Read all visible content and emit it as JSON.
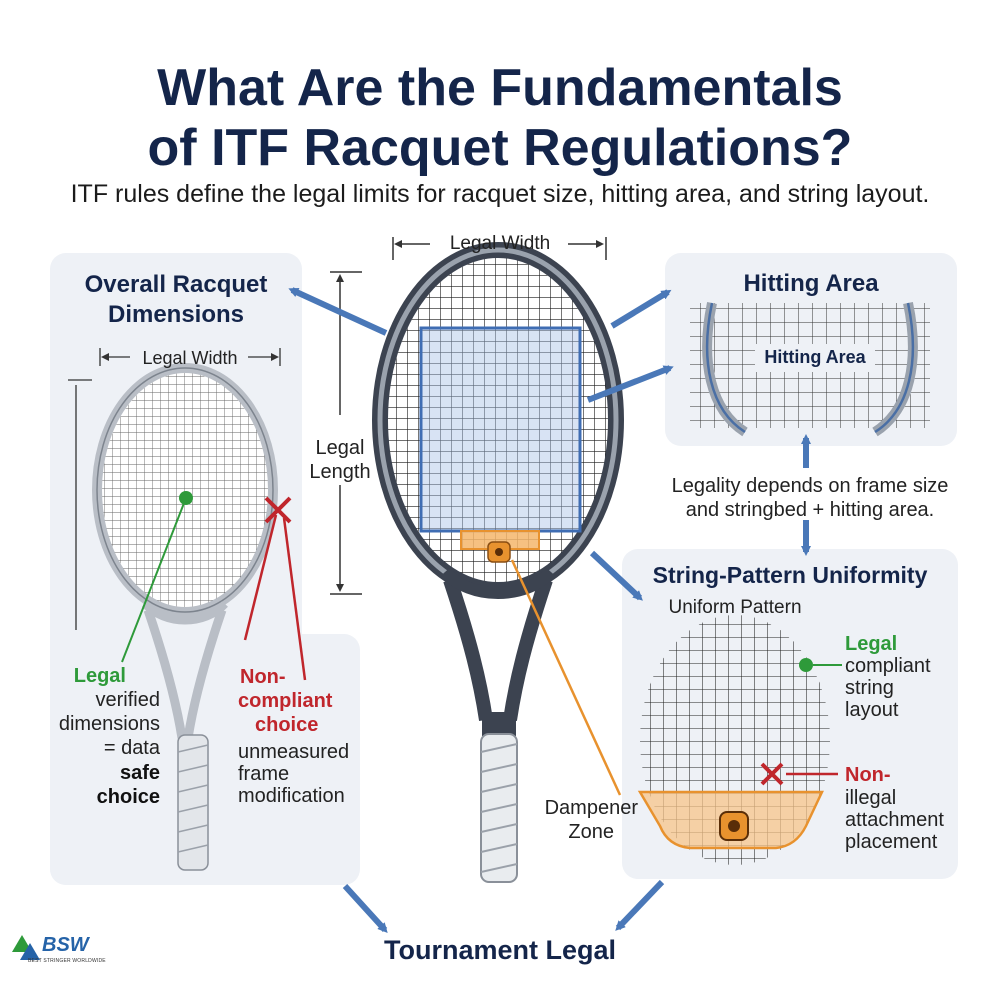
{
  "title_line1": "What Are the Fundamentals",
  "title_line2": "of ITF Racquet Regulations?",
  "subtitle": "ITF rules define the legal limits for racquet size, hitting area, and string layout.",
  "center": {
    "legal_width": "Legal Width",
    "legal_length_line1": "Legal",
    "legal_length_line2": "Length",
    "dampener_line1": "Dampener",
    "dampener_line2": "Zone"
  },
  "left_panel": {
    "title_line1": "Overall Racquet",
    "title_line2": "Dimensions",
    "legal_width": "Legal Width",
    "legal_label": "Legal",
    "legal_desc": [
      "verified",
      "dimensions",
      "= data"
    ],
    "safe_choice": [
      "safe",
      "choice"
    ],
    "noncompliant_label": [
      "Non-",
      "compliant",
      "choice"
    ],
    "noncompliant_desc": [
      "unmeasured",
      "frame",
      "modification"
    ]
  },
  "right_top_panel": {
    "title": "Hitting Area",
    "inner_label": "Hitting Area"
  },
  "legality_note": [
    "Legality depends on frame size",
    "and stringbed + hitting area."
  ],
  "right_bottom_panel": {
    "title": "String-Pattern Uniformity",
    "uniform_label": "Uniform Pattern",
    "legal_label": "Legal",
    "legal_desc": [
      "compliant",
      "string",
      "layout"
    ],
    "non_label": "Non-",
    "non_desc": [
      "illegal",
      "attachment",
      "placement"
    ]
  },
  "bottom_label": "Tournament Legal",
  "logo": {
    "text": "BSW",
    "tagline": "BEST STRINGER WORLDWIDE"
  },
  "colors": {
    "navy": "#14254a",
    "arrow_blue": "#4a78b8",
    "legal_green": "#2e9a3a",
    "noncompliant_red": "#c0262c",
    "dampener_orange": "#e8922e",
    "panel_bg": "#eef1f6"
  }
}
